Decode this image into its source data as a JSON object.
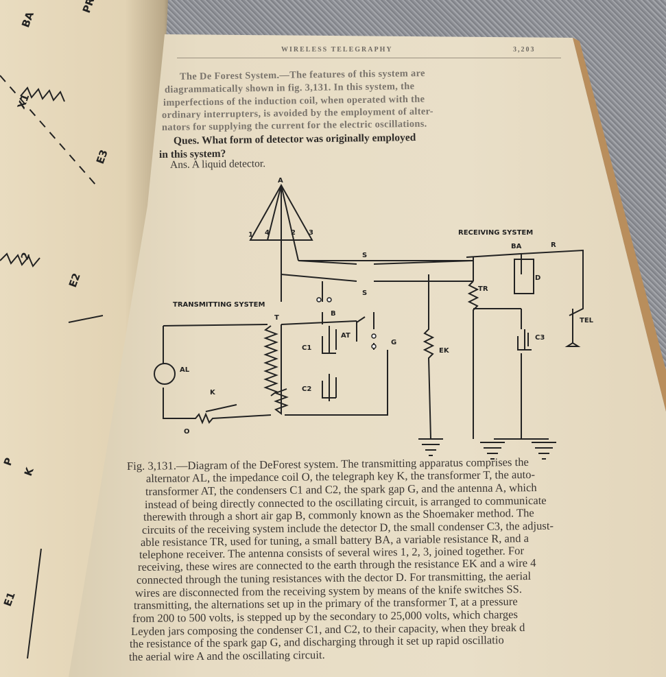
{
  "left_page": {
    "labels": [
      "BA",
      "PR",
      "X1",
      "E3",
      "2",
      "E2",
      "P",
      "K",
      "E1"
    ]
  },
  "header": {
    "title": "WIRELESS TELEGRAPHY",
    "page_number": "3,203"
  },
  "intro": [
    "The De Forest System.—The features of this system are",
    "diagrammatically shown in fig. 3,131.  In this system, the",
    "imperfections of the induction coil, when operated with the",
    "ordinary interrupters, is avoided by the employment of alter-",
    "nators for supplying the current for the electric oscillations."
  ],
  "question": {
    "line1": "Ques.  What form of detector was originally employed",
    "line2": "in this system?"
  },
  "answer": "Ans.  A liquid detector.",
  "diagram": {
    "antenna": "A",
    "wire1": "1",
    "wire4": "4",
    "wire2": "2",
    "wire3": "3",
    "switch_top": "S",
    "switch_bottom": "S",
    "receiving_title": "RECEIVING SYSTEM",
    "battery": "BA",
    "resistance": "R",
    "tuning": "TR",
    "detector": "D",
    "telephone": "TEL",
    "condenser3": "C3",
    "transmitting_title": "TRANSMITTING SYSTEM",
    "transformer": "T",
    "air_gap": "B",
    "autotransformer": "AT",
    "spark_gap": "G",
    "condenser1": "C1",
    "condenser2": "C2",
    "earth_resistance": "EK",
    "alternator": "AL",
    "key": "K",
    "coil": "O"
  },
  "caption": [
    "Fig. 3,131.—Diagram of the DeForest system.  The transmitting apparatus comprises the",
    "alternator AL, the impedance coil O, the telegraph key K, the transformer T, the auto-",
    "transformer AT, the condensers C1 and C2, the spark gap G, and the antenna A, which",
    "instead of being directly connected to the oscillating circuit, is arranged to communicate",
    "therewith through a short air gap B, commonly known as the Shoemaker method.  The",
    "circuits of the receiving system include the detector D, the small condenser C3, the adjust-",
    "able resistance TR, used for tuning, a small battery BA, a variable resistance R, and a",
    "telephone receiver.  The antenna consists of several wires 1, 2, 3, joined together.  For",
    "receiving, these wires are connected to the earth through the resistance EK and a wire 4",
    "connected through the tuning resistances with the dector D.  For transmitting, the aerial",
    "wires are disconnected from the receiving system by means of the knife switches SS.",
    "transmitting, the alternations set up in the primary of the transformer T, at a pressure",
    "from 200 to 500 volts, is stepped up by the secondary to 25,000 volts, which charges",
    "Leyden jars composing the condenser C1, and C2, to their capacity, when they break d",
    "the resistance of the spark gap G, and discharging through it set up rapid oscillatio",
    "the aerial wire A  and the oscillating circuit."
  ]
}
